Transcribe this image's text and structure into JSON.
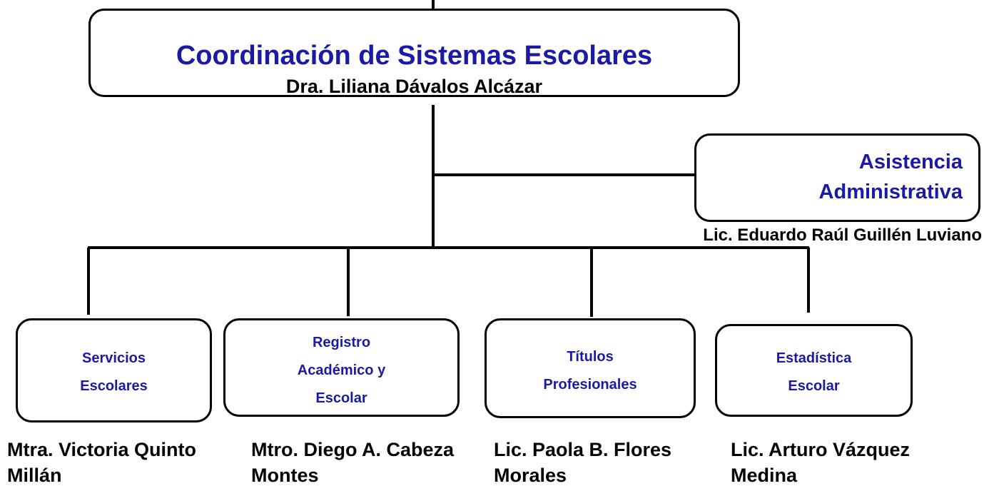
{
  "colors": {
    "title_blue": "#1a1aa6",
    "line": "#000000",
    "text": "#000000"
  },
  "coordination": {
    "title": "Coordinación de Sistemas Escolares",
    "person": "Dra. Liliana Dávalos Alcázar"
  },
  "assistance": {
    "title_line1": "Asistencia",
    "title_line2": "Administrativa",
    "person": "Lic. Eduardo Raúl Guillén Luviano"
  },
  "units": [
    {
      "title_lines": [
        "Servicios",
        "Escolares"
      ],
      "person_lines": [
        "Mtra. Victoria Quinto",
        "Millán"
      ]
    },
    {
      "title_lines": [
        "Registro",
        "Académico y",
        "Escolar"
      ],
      "person_lines": [
        "Mtro. Diego A. Cabeza",
        "Montes"
      ]
    },
    {
      "title_lines": [
        "Títulos",
        "Profesionales"
      ],
      "person_lines": [
        "Lic. Paola B. Flores",
        "Morales"
      ]
    },
    {
      "title_lines": [
        "Estadística",
        "Escolar"
      ],
      "person_lines": [
        "Lic. Arturo Vázquez",
        "Medina"
      ]
    }
  ]
}
